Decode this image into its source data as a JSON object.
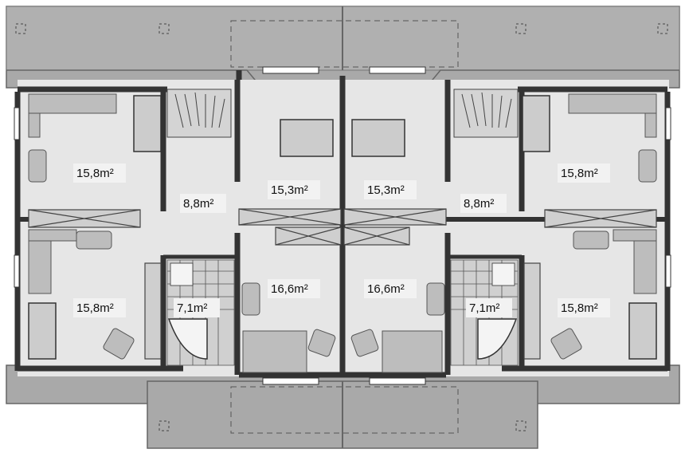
{
  "plan": {
    "areas": {
      "left_top_bedroom": "15,8m²",
      "left_hall": "8,8m²",
      "left_mid_top_bedroom": "15,3m²",
      "left_bottom_bedroom": "15,8m²",
      "left_bath": "7,1m²",
      "left_mid_bottom_room": "16,6m²",
      "right_mid_top_bedroom": "15,3m²",
      "right_hall": "8,8m²",
      "right_top_bedroom": "15,8m²",
      "right_mid_bottom_room": "16,6m²",
      "right_bath": "7,1m²",
      "right_bottom_bedroom": "15,8m²"
    },
    "colors": {
      "roof": "#a8a8a8",
      "roof_edge": "#8c8c8c",
      "floor": "#e6e6e6",
      "wall": "#3a3a3a",
      "furniture": "#bdbdbd",
      "tile": "#cfcfcf"
    }
  }
}
